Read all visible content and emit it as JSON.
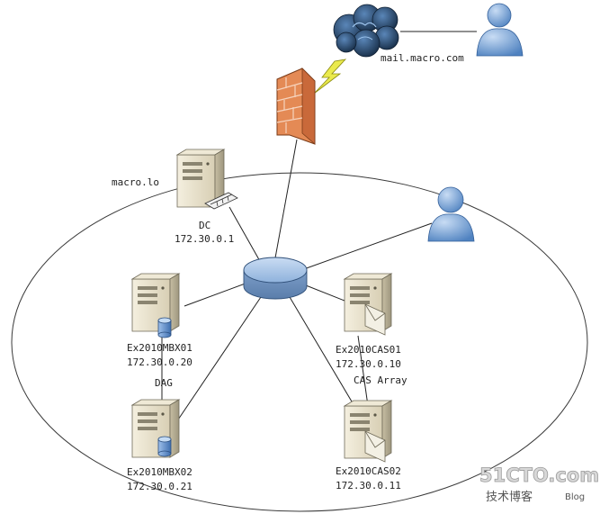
{
  "internet": {
    "domain": "mail.macro.com"
  },
  "network": {
    "domain": "macro.lo"
  },
  "servers": [
    {
      "name": "DC",
      "ip": "172.30.0.1"
    },
    {
      "name": "Ex2010MBX01",
      "ip": "172.30.0.20"
    },
    {
      "name": "Ex2010MBX02",
      "ip": "172.30.0.21"
    },
    {
      "name": "Ex2010CAS01",
      "ip": "172.30.0.10"
    },
    {
      "name": "Ex2010CAS02",
      "ip": "172.30.0.11"
    }
  ],
  "groups": {
    "dag": "DAG",
    "cas_array": "CAS Array"
  },
  "watermark": {
    "main": "51CTO.com",
    "sub": "技术博客",
    "blog": "Blog"
  },
  "colors": {
    "link": "#222222",
    "boundary": "#3a3a3a",
    "router": "#8fb2dc",
    "user": "#6f9fd6",
    "firewall": "#e07a45",
    "cloud": "#1e3f66",
    "lightning": "#e8e84a",
    "server": "#e9e2cc"
  }
}
